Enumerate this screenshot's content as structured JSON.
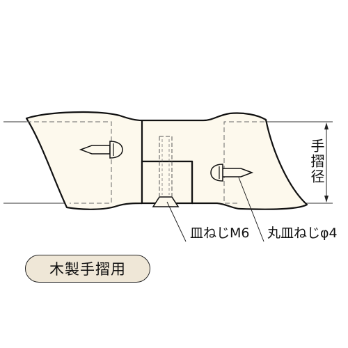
{
  "diagram": {
    "dimension_label": "手摺径",
    "labels": {
      "flat_screw": "皿ねじM6",
      "round_screw": "丸皿ねじφ4"
    },
    "badge": "木製手摺用",
    "colors": {
      "wood_fill": "#fdf9ed",
      "outline": "#111111",
      "badge_fill": "#efe7d7"
    }
  }
}
